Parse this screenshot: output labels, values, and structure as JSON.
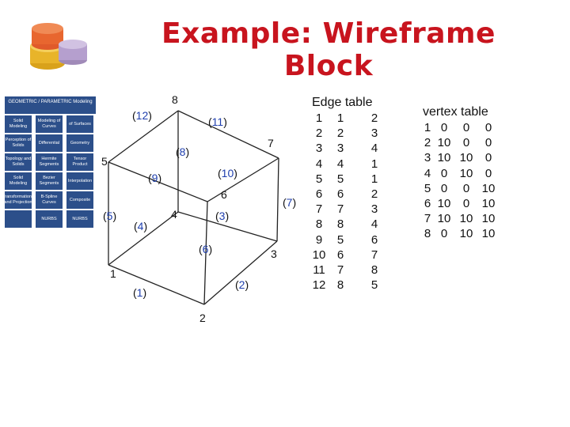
{
  "title": "Example: Wireframe Block",
  "nav": {
    "header": "GEOMETRIC / PARAMETRIC Modeling",
    "cells": [
      [
        "Solid Modeling",
        "Modeling of Curves",
        "of Surfaces"
      ],
      [
        "Perception of Solids",
        "Differential",
        "Geometry"
      ],
      [
        "Topology and Solids",
        "Hermite Segments",
        "Tensor Product"
      ],
      [
        "Solid Modeling",
        "Bezier Segments",
        "Interpolation"
      ],
      [
        "Transformations and Projection",
        "B-Spline Curves",
        "Composite"
      ],
      [
        "",
        "NURBS",
        "NURBS"
      ]
    ]
  },
  "vertex_labels": [
    "1",
    "2",
    "3",
    "4",
    "5",
    "6",
    "7",
    "8"
  ],
  "edge_labels": [
    "1",
    "2",
    "3",
    "4",
    "5",
    "6",
    "7",
    "8",
    "9",
    "10",
    "11",
    "12"
  ],
  "edge_table": {
    "caption": "Edge table",
    "rows": [
      [
        "1",
        "1",
        "2"
      ],
      [
        "2",
        "2",
        "3"
      ],
      [
        "3",
        "3",
        "4"
      ],
      [
        "4",
        "4",
        "1"
      ],
      [
        "5",
        "5",
        "1"
      ],
      [
        "6",
        "6",
        "2"
      ],
      [
        "7",
        "7",
        "3"
      ],
      [
        "8",
        "8",
        "4"
      ],
      [
        "9",
        "5",
        "6"
      ],
      [
        "10",
        "6",
        "7"
      ],
      [
        "11",
        "7",
        "8"
      ],
      [
        "12",
        "8",
        "5"
      ]
    ]
  },
  "vertex_table": {
    "caption": "vertex table",
    "rows": [
      [
        "1",
        "0",
        "0",
        "0"
      ],
      [
        "2",
        "10",
        "0",
        "0"
      ],
      [
        "3",
        "10",
        "10",
        "0"
      ],
      [
        "4",
        "0",
        "10",
        "0"
      ],
      [
        "5",
        "0",
        "0",
        "10"
      ],
      [
        "6",
        "10",
        "0",
        "10"
      ],
      [
        "7",
        "10",
        "10",
        "10"
      ],
      [
        "8",
        "0",
        "10",
        "10"
      ]
    ]
  },
  "colors": {
    "title": "#c8141e",
    "nav": "#2c4f8a",
    "edge_number": "#1f3fae"
  }
}
